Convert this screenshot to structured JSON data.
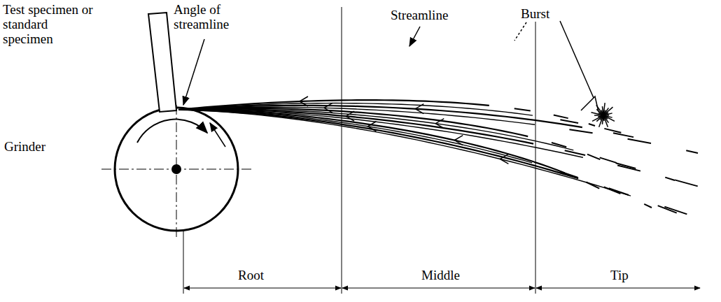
{
  "diagram": {
    "labels": [
      "Test specimen or standard specimen",
      "Angle of streamline",
      "Streamline",
      "Burst",
      "Grinder",
      "Root",
      "Middle",
      "Tip"
    ]
  }
}
